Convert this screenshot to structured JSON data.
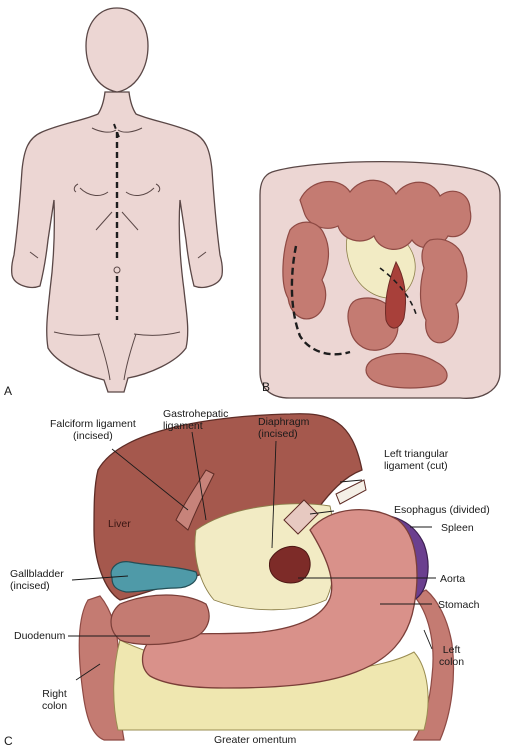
{
  "panels": {
    "a": "A",
    "b": "B",
    "c": "C"
  },
  "labels": {
    "falciform_l1": "Falciform ligament",
    "falciform_l2": "(incised)",
    "gastrohepatic_l1": "Gastrohepatic",
    "gastrohepatic_l2": "ligament",
    "diaphragm_l1": "Diaphragm",
    "diaphragm_l2": "(incised)",
    "left_triangular_l1": "Left triangular",
    "left_triangular_l2": "ligament (cut)",
    "esophagus": "Esophagus (divided)",
    "liver": "Liver",
    "spleen": "Spleen",
    "gallbladder_l1": "Gallbladder",
    "gallbladder_l2": "(incised)",
    "aorta": "Aorta",
    "stomach": "Stomach",
    "duodenum": "Duodenum",
    "left_colon_l1": "Left",
    "left_colon_l2": "colon",
    "right_colon_l1": "Right",
    "right_colon_l2": "colon",
    "greater_omentum": "Greater omentum"
  },
  "colors": {
    "skin": "#ecd6d3",
    "skin_outline": "#5a4746",
    "bowel": "#c47b72",
    "bowel_dark": "#8e4a44",
    "liver": "#a5584d",
    "stomach": "#d9918a",
    "spleen": "#6b3f8f",
    "gallbladder": "#4f9aa8",
    "omentum": "#efe7b0"
  }
}
